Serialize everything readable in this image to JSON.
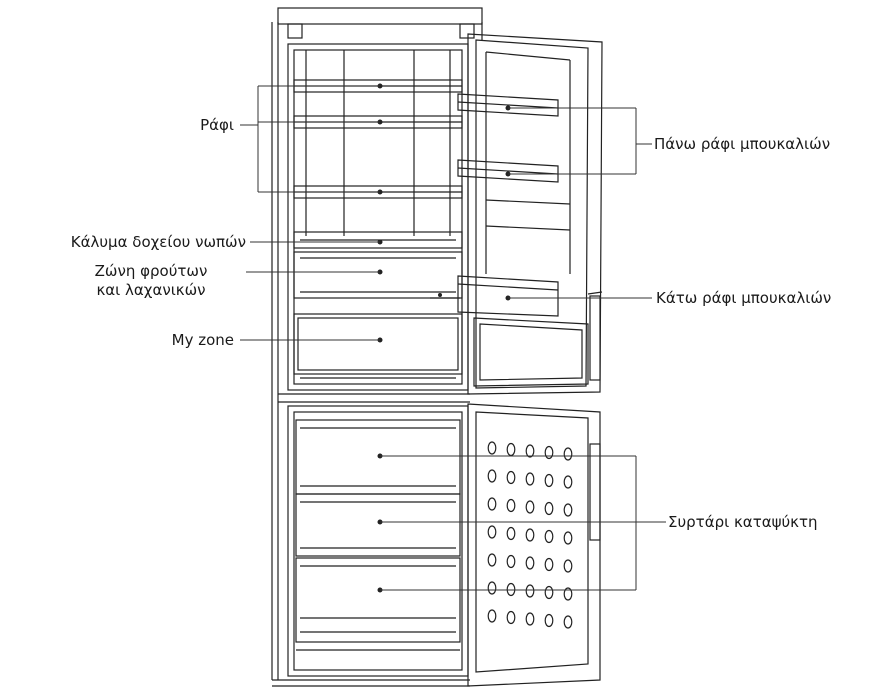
{
  "labels": {
    "shelf": "Ράφι",
    "crisper_cover": "Κάλυμα δοχείου νωπών",
    "fruit_veg_line1": "Ζώνη φρούτων",
    "fruit_veg_line2": "και λαχανικών",
    "my_zone": "My zone",
    "upper_bottle_shelf": "Πάνω ράφι μπουκαλιών",
    "lower_bottle_shelf": "Κάτω ράφι μπουκαλιών",
    "freezer_drawer": "Συρτάρι καταψύκτη"
  }
}
